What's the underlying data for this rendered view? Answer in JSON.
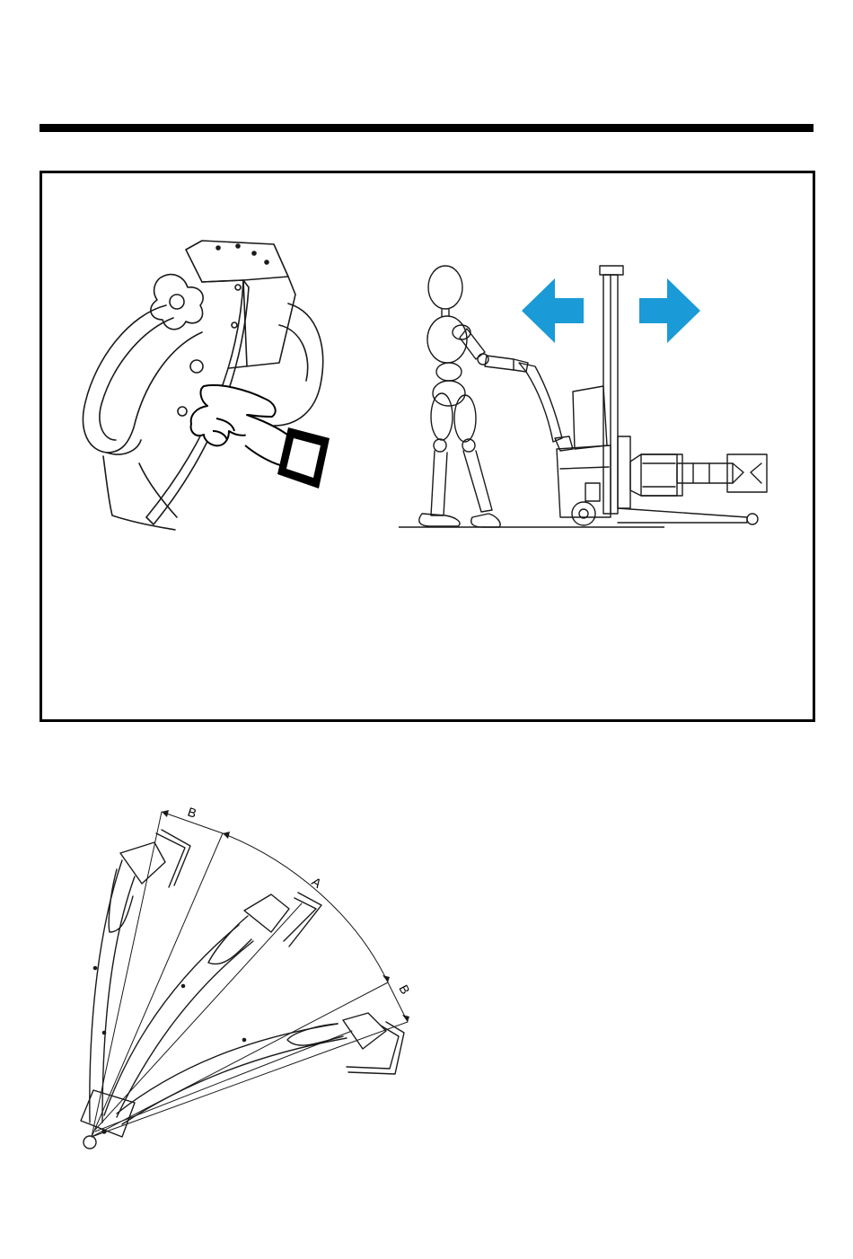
{
  "colors": {
    "arrow_blue": "#1a9ad6",
    "rule": "#000000",
    "line": "#1a1a1a"
  },
  "icons": {
    "left_arrow": "left-arrow-icon",
    "right_arrow": "right-arrow-icon",
    "pointing_hand": "pointing-hand-icon"
  },
  "tiller_diagram": {
    "label_a": "A",
    "label_b_top": "B",
    "label_b_right": "B"
  }
}
